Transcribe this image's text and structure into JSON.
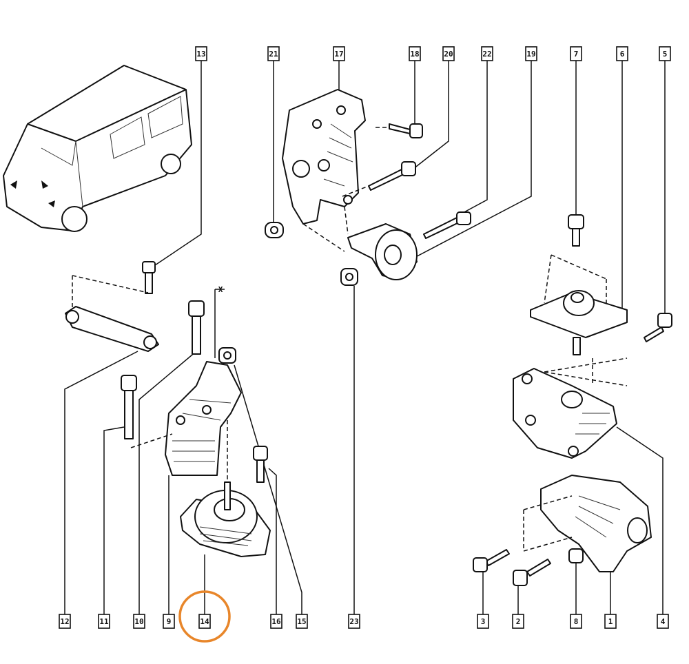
{
  "diagram": {
    "top_callouts": [
      "13",
      "21",
      "17",
      "18",
      "20",
      "22",
      "19",
      "7",
      "6",
      "5"
    ],
    "bottom_callouts": [
      "12",
      "11",
      "10",
      "9",
      "14",
      "16",
      "15",
      "23",
      "3",
      "2",
      "8",
      "1",
      "4"
    ],
    "axis_marker": "X",
    "highlighted_callout": "14",
    "highlight_color": "#e8862a"
  }
}
